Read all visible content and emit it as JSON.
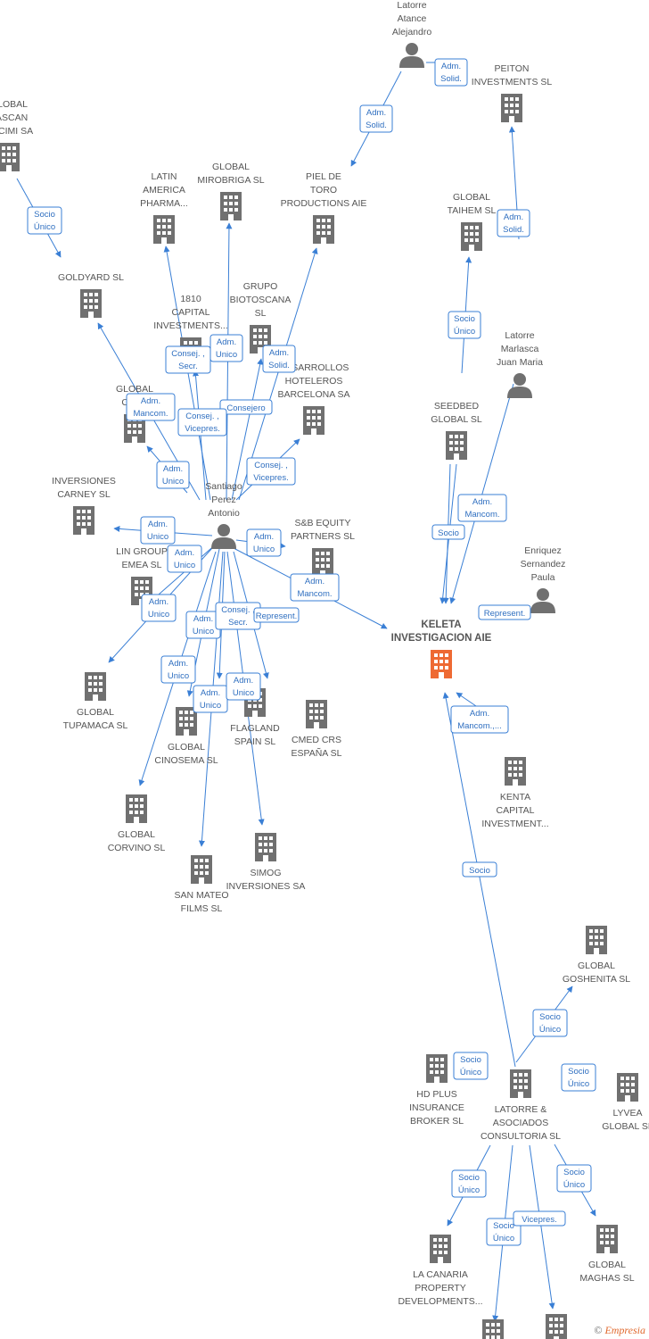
{
  "colors": {
    "node": "#707070",
    "focus": "#ee6a33",
    "edge": "#3a7fd5"
  },
  "focus_node": {
    "icon": "building-icon",
    "lines": [
      "KELETA",
      "INVESTIGACION AIE"
    ]
  },
  "companies": [
    {
      "id": "global-pascan",
      "lines": [
        "GLOBAL",
        "PASCAN",
        "SOCIMI SA"
      ]
    },
    {
      "id": "goldyard",
      "lines": [
        "GOLDYARD SL"
      ]
    },
    {
      "id": "latin-america-pharma",
      "lines": [
        "LATIN",
        "AMERICA",
        "PHARMA..."
      ]
    },
    {
      "id": "global-mirobriga",
      "lines": [
        "GLOBAL",
        "MIROBRIGA SL"
      ]
    },
    {
      "id": "piel-de-toro",
      "lines": [
        "PIEL DE",
        "TORO",
        "PRODUCTIONS AIE"
      ]
    },
    {
      "id": "peiton",
      "lines": [
        "PEITON",
        "INVESTMENTS SL"
      ]
    },
    {
      "id": "global-taihem",
      "lines": [
        "GLOBAL",
        "TAIHEM SL"
      ]
    },
    {
      "id": "capital-1810",
      "lines": [
        "1810",
        "CAPITAL",
        "INVESTMENTS..."
      ]
    },
    {
      "id": "grupo-biotoscana",
      "lines": [
        "GRUPO",
        "BIOTOSCANA",
        "SL"
      ]
    },
    {
      "id": "desarrollos-hoteleros",
      "lines": [
        "DESARROLLOS",
        "HOTELEROS",
        "BARCELONA SA"
      ]
    },
    {
      "id": "global-cal",
      "lines": [
        "GLOBAL",
        "CAL..."
      ]
    },
    {
      "id": "seedbed",
      "lines": [
        "SEEDBED",
        "GLOBAL  SL"
      ]
    },
    {
      "id": "inversiones-carney",
      "lines": [
        "INVERSIONES",
        "CARNEY SL"
      ]
    },
    {
      "id": "sb-equity",
      "lines": [
        "S&B EQUITY",
        "PARTNERS  SL"
      ]
    },
    {
      "id": "lin-group",
      "lines": [
        "LIN GROUP",
        "EMEA  SL"
      ]
    },
    {
      "id": "global-tupamaca",
      "lines": [
        "GLOBAL",
        "TUPAMACA SL"
      ]
    },
    {
      "id": "global-cinosema",
      "lines": [
        "GLOBAL",
        "CINOSEMA SL"
      ]
    },
    {
      "id": "flagland",
      "lines": [
        "FLAGLAND",
        "SPAIN SL"
      ]
    },
    {
      "id": "cmed-crs",
      "lines": [
        "CMED CRS",
        "ESPAÑA  SL"
      ]
    },
    {
      "id": "kenta-capital",
      "lines": [
        "KENTA",
        "CAPITAL",
        "INVESTMENT..."
      ]
    },
    {
      "id": "global-corvino",
      "lines": [
        "GLOBAL",
        "CORVINO SL"
      ]
    },
    {
      "id": "simog",
      "lines": [
        "SIMOG",
        "INVERSIONES SA"
      ]
    },
    {
      "id": "san-mateo",
      "lines": [
        "SAN MATEO",
        "FILMS SL"
      ]
    },
    {
      "id": "global-goshenita",
      "lines": [
        "GLOBAL",
        "GOSHENITA SL"
      ]
    },
    {
      "id": "hd-plus",
      "lines": [
        "HD PLUS",
        "INSURANCE",
        "BROKER  SL"
      ]
    },
    {
      "id": "latorre-asociados",
      "lines": [
        "LATORRE &",
        "ASOCIADOS",
        "CONSULTORIA SL"
      ]
    },
    {
      "id": "lyvea",
      "lines": [
        "LYVEA",
        "GLOBAL  SL"
      ]
    },
    {
      "id": "la-canaria",
      "lines": [
        "LA CANARIA",
        "PROPERTY",
        "DEVELOPMENTS..."
      ]
    },
    {
      "id": "global-maghas",
      "lines": [
        "GLOBAL",
        "MAGHAS  SL"
      ]
    },
    {
      "id": "bottom-1",
      "lines": []
    },
    {
      "id": "bottom-2",
      "lines": []
    }
  ],
  "persons": [
    {
      "id": "latorre-atance",
      "lines": [
        "Latorre",
        "Atance",
        "Alejandro"
      ]
    },
    {
      "id": "latorre-marlasca",
      "lines": [
        "Latorre",
        "Marlasca",
        "Juan Maria"
      ]
    },
    {
      "id": "santiago-perez",
      "lines": [
        "Santiago",
        "Perez",
        "Antonio"
      ]
    },
    {
      "id": "enriquez-sernandez",
      "lines": [
        "Enriquez",
        "Sernandez",
        "Paula"
      ]
    }
  ],
  "edges": [
    {
      "id": "e1",
      "lines": [
        "Adm.",
        "Solid."
      ]
    },
    {
      "id": "e2",
      "lines": [
        "Adm.",
        "Solid."
      ]
    },
    {
      "id": "e3",
      "lines": [
        "Socio",
        "Único"
      ]
    },
    {
      "id": "e4",
      "lines": [
        "Adm.",
        "Solid."
      ]
    },
    {
      "id": "e5",
      "lines": [
        "Socio",
        "Único"
      ]
    },
    {
      "id": "e6",
      "lines": [
        "Adm.",
        "Unico"
      ]
    },
    {
      "id": "e7",
      "lines": [
        "Consej. ,",
        "Secr."
      ]
    },
    {
      "id": "e8",
      "lines": [
        "Adm.",
        "Solid."
      ]
    },
    {
      "id": "e9",
      "lines": [
        "Adm.",
        "Mancom."
      ]
    },
    {
      "id": "e10",
      "lines": [
        "Consejero"
      ]
    },
    {
      "id": "e11",
      "lines": [
        "Consej. ,",
        "Vicepres."
      ]
    },
    {
      "id": "e12",
      "lines": [
        "Adm.",
        "Unico"
      ]
    },
    {
      "id": "e13",
      "lines": [
        "Consej. ,",
        "Vicepres."
      ]
    },
    {
      "id": "e14",
      "lines": [
        "Adm.",
        "Mancom."
      ]
    },
    {
      "id": "e15",
      "lines": [
        "Socio"
      ]
    },
    {
      "id": "e16",
      "lines": [
        "Adm.",
        "Unico"
      ]
    },
    {
      "id": "e17",
      "lines": [
        "Adm.",
        "Unico"
      ]
    },
    {
      "id": "e18",
      "lines": [
        "Adm.",
        "Unico"
      ]
    },
    {
      "id": "e19",
      "lines": [
        "Adm.",
        "Mancom."
      ]
    },
    {
      "id": "e20",
      "lines": [
        "Represent."
      ]
    },
    {
      "id": "e21",
      "lines": [
        "Adm.",
        "Unico"
      ]
    },
    {
      "id": "e22",
      "lines": [
        "Adm.",
        "Unico"
      ]
    },
    {
      "id": "e23",
      "lines": [
        "Consej. ,",
        "Secr."
      ]
    },
    {
      "id": "e24",
      "lines": [
        "Represent."
      ]
    },
    {
      "id": "e25",
      "lines": [
        "Adm.",
        "Unico"
      ]
    },
    {
      "id": "e26",
      "lines": [
        "Adm.",
        "Unico"
      ]
    },
    {
      "id": "e27",
      "lines": [
        "Adm.",
        "Unico"
      ]
    },
    {
      "id": "e28",
      "lines": [
        "Adm.",
        "Mancom.,..."
      ]
    },
    {
      "id": "e29",
      "lines": [
        "Socio"
      ]
    },
    {
      "id": "e30",
      "lines": [
        "Socio",
        "Único"
      ]
    },
    {
      "id": "e31",
      "lines": [
        "Socio",
        "Único"
      ]
    },
    {
      "id": "e32",
      "lines": [
        "Socio",
        "Único"
      ]
    },
    {
      "id": "e33",
      "lines": [
        "Socio",
        "Único"
      ]
    },
    {
      "id": "e34",
      "lines": [
        "Socio",
        "Único"
      ]
    },
    {
      "id": "e35",
      "lines": [
        "Socio",
        "Único"
      ]
    },
    {
      "id": "e36",
      "lines": [
        "Vicepres."
      ]
    }
  ],
  "footer": {
    "copyright": "©",
    "brand": "Empresia"
  }
}
